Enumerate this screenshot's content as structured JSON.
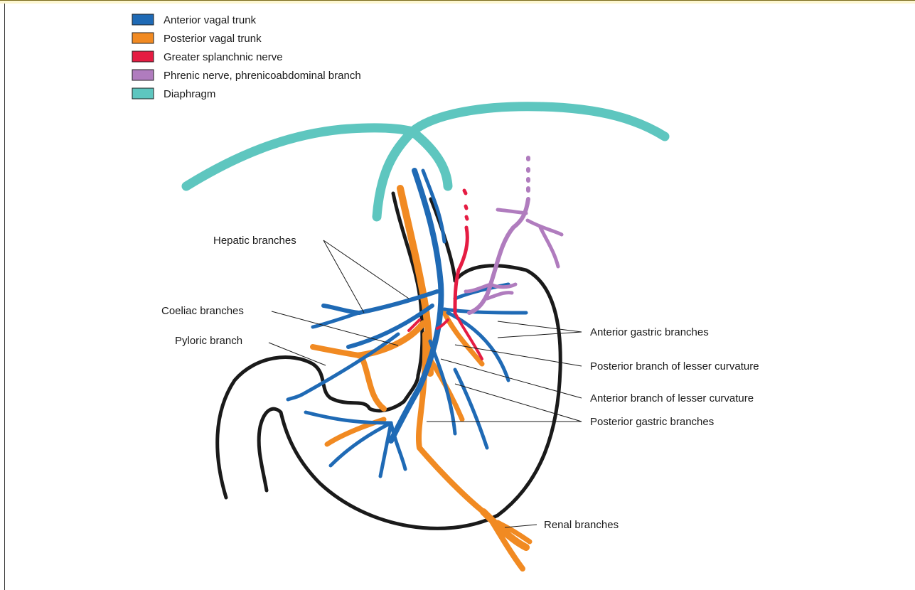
{
  "colors": {
    "anterior": "#1f6ab5",
    "posterior": "#f18a22",
    "splanchnic": "#e51c42",
    "phrenic": "#b07cbe",
    "diaphragm": "#5ec6bf",
    "outline": "#1a1a1a"
  },
  "legend": [
    {
      "label": "Anterior vagal trunk",
      "color": "#1f6ab5"
    },
    {
      "label": "Posterior vagal trunk",
      "color": "#f18a22"
    },
    {
      "label": "Greater splanchnic nerve",
      "color": "#e51c42"
    },
    {
      "label": "Phrenic nerve, phrenicoabdominal branch",
      "color": "#b07cbe"
    },
    {
      "label": "Diaphragm",
      "color": "#5ec6bf"
    }
  ],
  "labels": {
    "hepatic": "Hepatic branches",
    "coeliac": "Coeliac branches",
    "pyloric": "Pyloric branch",
    "anterior_gastric": "Anterior gastric branches",
    "posterior_lesser": "Posterior branch of lesser curvature",
    "anterior_lesser": "Anterior branch of lesser curvature",
    "posterior_gastric": "Posterior gastric branches",
    "renal": "Renal branches"
  }
}
